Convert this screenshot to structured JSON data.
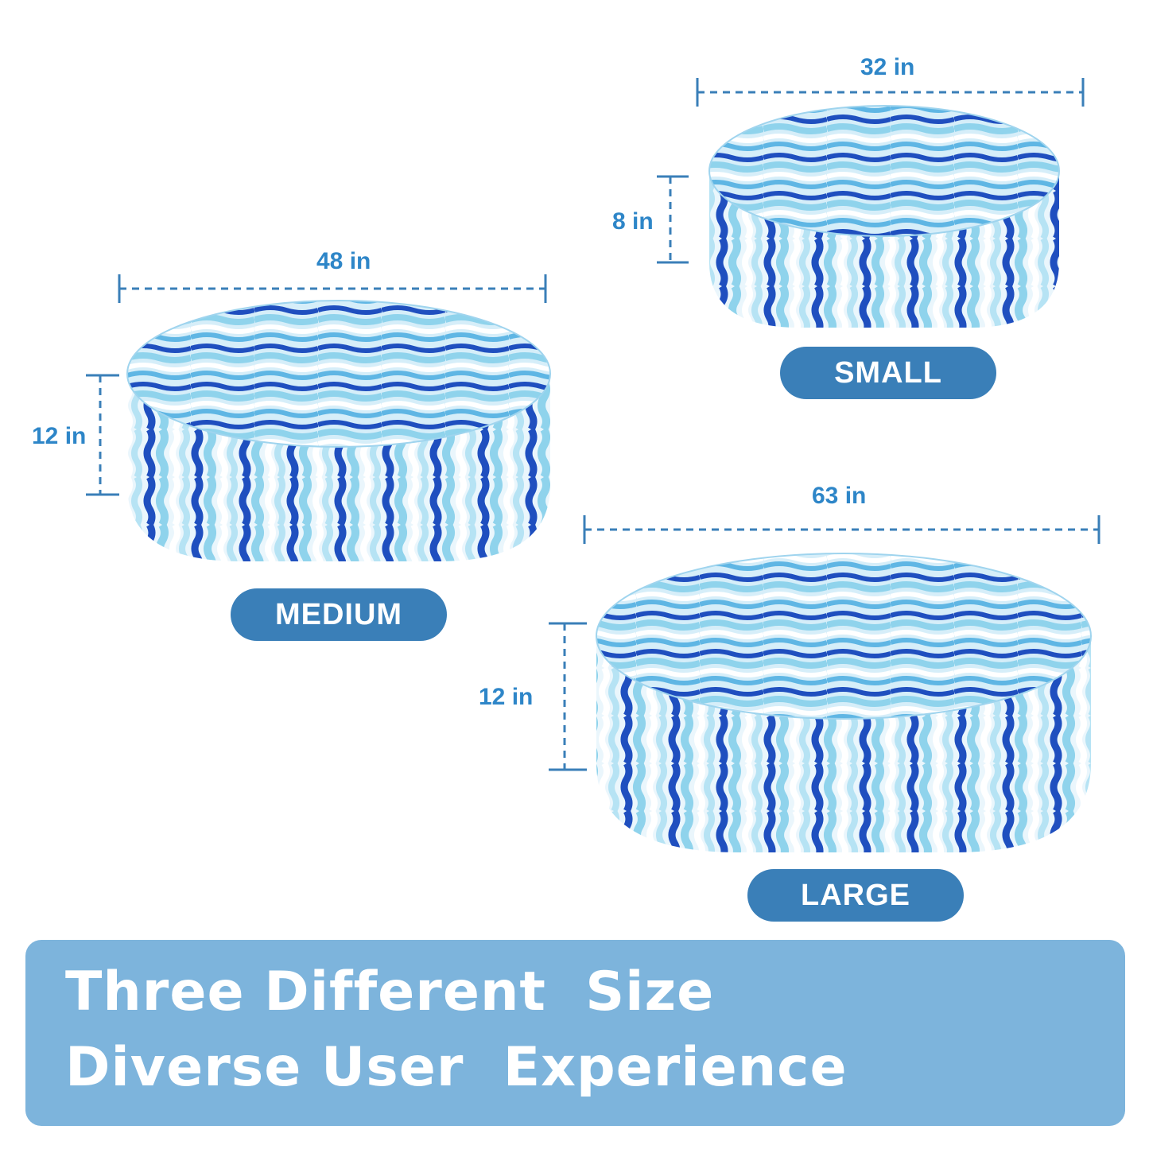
{
  "sizes": {
    "small": {
      "name": "SMALL",
      "width": "32 in",
      "height": "8 in"
    },
    "medium": {
      "name": "MEDIUM",
      "width": "48 in",
      "height": "12 in"
    },
    "large": {
      "name": "LARGE",
      "width": "63 in",
      "height": "12 in"
    }
  },
  "banner": {
    "line1": "Three Different  Size",
    "line2": "Diverse User  Experience"
  },
  "colors": {
    "dimension": "#2e86c8",
    "pill": "#3a7fb8",
    "banner": "#7db4dc",
    "stripe_dark": "#1f4fbf",
    "stripe_light": "#8fd3ec",
    "stripe_pale": "#cdeaf6"
  }
}
